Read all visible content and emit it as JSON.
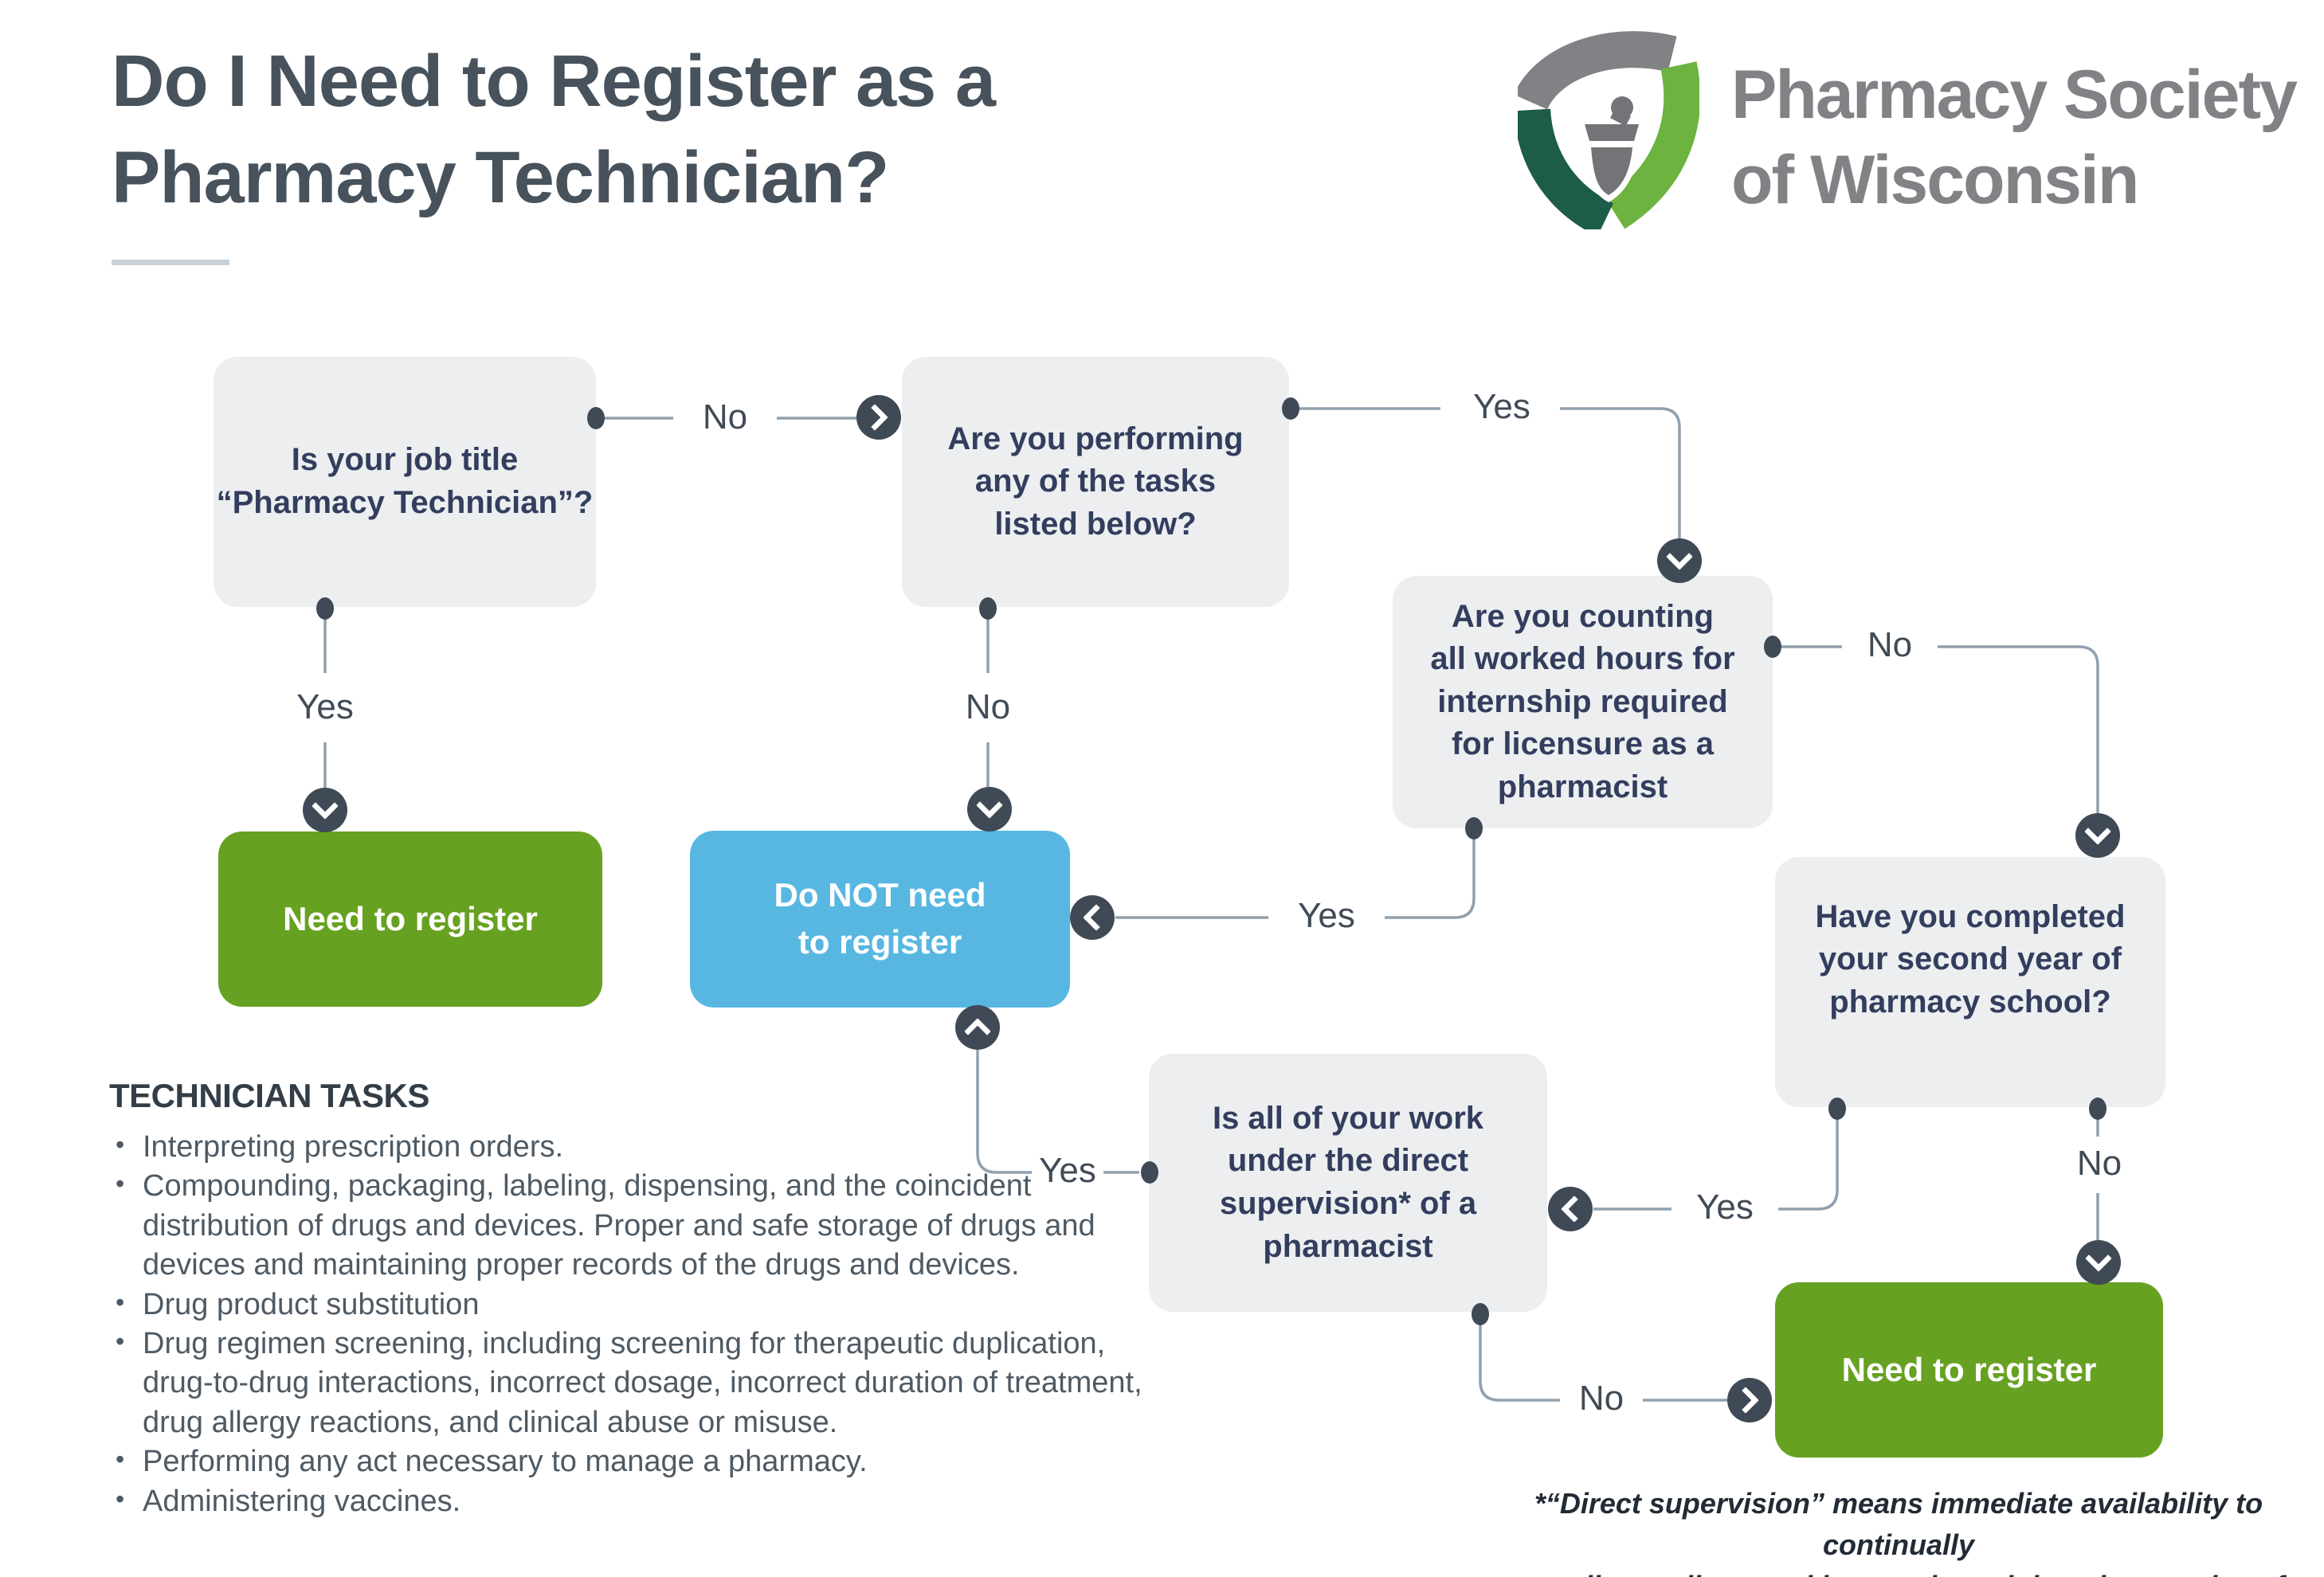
{
  "header": {
    "title": "Do I Need to Register as a\nPharmacy Technician?"
  },
  "logo": {
    "org_name": "Pharmacy Society\nof Wisconsin"
  },
  "flowchart": {
    "nodes": {
      "job_title": {
        "type": "question",
        "text": "Is your job title\n“Pharmacy Technician”?"
      },
      "performing_tasks": {
        "type": "question",
        "text": "Are you performing\nany of the tasks\nlisted below?"
      },
      "counting_hours": {
        "type": "question",
        "text": "Are you counting\nall worked hours for\ninternship required\nfor licensure as a\npharmacist"
      },
      "second_year": {
        "type": "question",
        "text": "Have you completed\nyour second year of\npharmacy school?"
      },
      "direct_supervision": {
        "type": "question",
        "text": "Is all of your work\nunder the direct\nsupervision* of a\npharmacist"
      },
      "need_register_1": {
        "type": "result-register",
        "text": "Need to register"
      },
      "do_not_need": {
        "type": "result-no-register",
        "text": "Do NOT need\nto register"
      },
      "need_register_2": {
        "type": "result-register",
        "text": "Need to register"
      }
    },
    "edge_labels": {
      "job_no": "No",
      "job_yes": "Yes",
      "tasks_no": "No",
      "tasks_yes": "Yes",
      "hours_no": "No",
      "hours_yes": "Yes",
      "supervision_entry_yes": "Yes",
      "school_yes": "Yes",
      "school_no": "No",
      "supervision_no": "No"
    }
  },
  "tasks": {
    "heading": "TECHNICIAN TASKS",
    "bullet_glyph": "•",
    "items": [
      "Interpreting prescription orders.",
      "Compounding, packaging, labeling, dispensing, and the coincident distribution of drugs and devices. Proper and safe storage of drugs and devices and maintaining proper records of the drugs and devices.",
      "Drug product substitution",
      "Drug regimen screening, including screening for therapeutic duplication, drug-to-drug interactions, incorrect dosage, incorrect duration of treatment, drug allergy reactions, and clinical abuse or misuse.",
      "Performing any act necessary to manage a pharmacy.",
      "Administering vaccines."
    ]
  },
  "footnote": "*“Direct supervision” means immediate availability to continually\ncoordinate, direct and inspect in real time the practice of another",
  "colors": {
    "result_green": "#67a121",
    "result_blue": "#58b7e1",
    "question_gray": "#eceef0",
    "navy_text": "#333e5e",
    "title_gray": "#47525c",
    "rule_gray": "#c7d1d9",
    "connector": "#90a0ae",
    "connector_node": "#3f4a56",
    "label_gray": "#414b57",
    "tasks_heading": "#323d47",
    "tasks_text": "#4e5a64",
    "footnote": "#222b35",
    "logo_gray": "#808285",
    "logo_inner_gray": "#737477",
    "logo_light_green": "#6cb33f",
    "logo_dark_green": "#1d5c49"
  }
}
